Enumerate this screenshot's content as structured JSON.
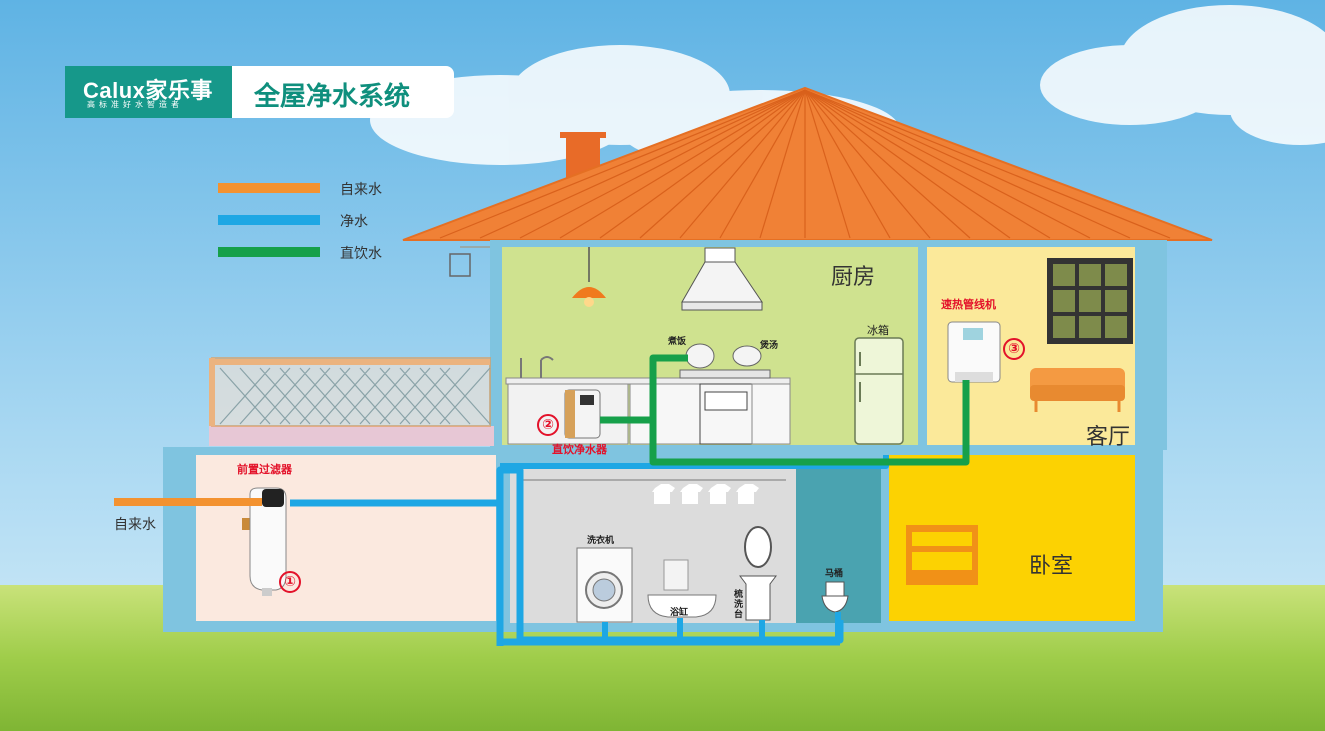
{
  "brand": {
    "name": "Calux家乐事",
    "tagline": "高标准好水智造者"
  },
  "title": "全屋净水系统",
  "legend": [
    {
      "label": "自来水",
      "color": "#f39230"
    },
    {
      "label": "净水",
      "color": "#1ea7e4"
    },
    {
      "label": "直饮水",
      "color": "#16a04a"
    }
  ],
  "rooms": {
    "kitchen": "厨房",
    "living": "客厅",
    "bedroom": "卧室"
  },
  "devices": {
    "pre_filter": {
      "label": "前置过滤器",
      "number": "①"
    },
    "purifier": {
      "label": "直饮净水器",
      "number": "②"
    },
    "heater": {
      "label": "速热管线机",
      "number": "③"
    }
  },
  "appliances": {
    "rice_cooker": "煮饭",
    "soup": "煲汤",
    "fridge": "冰箱",
    "washer": "洗衣机",
    "bathtub": "浴缸",
    "washbasin": "梳洗台",
    "toilet": "马桶"
  },
  "inlet_label": "自来水"
}
